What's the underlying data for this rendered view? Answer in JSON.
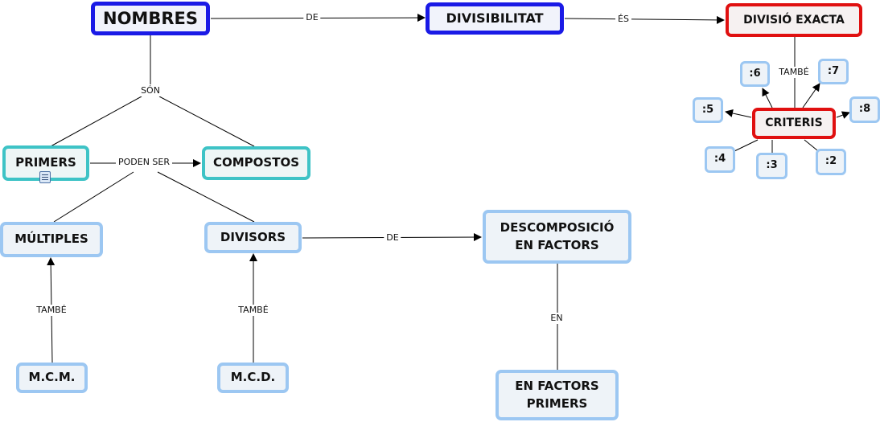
{
  "nodes": {
    "nombres": "NOMBRES",
    "divisibilitat": "DIVISIBILITAT",
    "divisio_exacta": "DIVISIÓ EXACTA",
    "criteris": "CRITERIS",
    "c6": ":6",
    "c7": ":7",
    "c5": ":5",
    "c8": ":8",
    "c4": ":4",
    "c3": ":3",
    "c2": ":2",
    "primers": "PRIMERS",
    "compostos": "COMPOSTOS",
    "multiples": "MÚLTIPLES",
    "divisors": "DIVISORS",
    "descomposicio": "DESCOMPOSICIÓ\nEN FACTORS",
    "mcm": "M.C.M.",
    "mcd": "M.C.D.",
    "factors_primers": "EN FACTORS\nPRIMERS"
  },
  "labels": {
    "de1": "DE",
    "es": "ÉS",
    "tambe_criteris": "TAMBÉ",
    "son": "SÓN",
    "poden_ser": "PODEN SER",
    "de2": "DE",
    "tambe_mcm": "TAMBÉ",
    "tambe_mcd": "TAMBÉ",
    "en": "EN"
  },
  "colors": {
    "primary_border": "#1a1ae6",
    "red_border": "#e01010",
    "teal_border": "#3ec3c6",
    "light_border": "#9cc7f2"
  }
}
